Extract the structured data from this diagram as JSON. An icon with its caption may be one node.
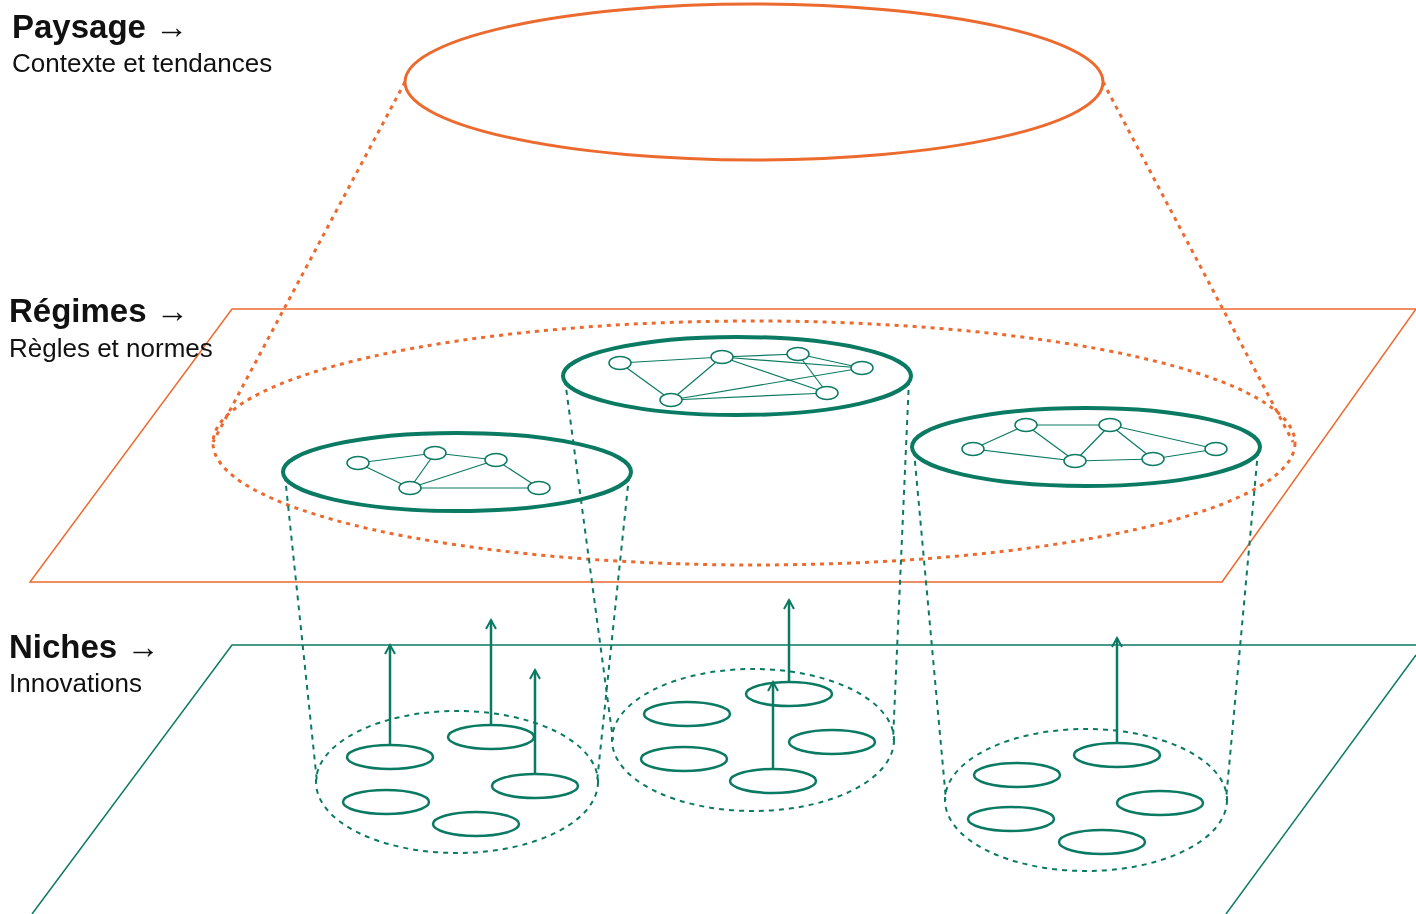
{
  "diagram": {
    "nodes": [
      {
        "text": [],
        "shape": "ellipse"
      },
      {
        "text": [],
        "shape": "ellipse"
      },
      {
        "text": [],
        "shape": "ellipse"
      },
      {
        "text": [],
        "shape": "ellipse"
      },
      {
        "text": [],
        "shape": "ellipse"
      },
      {
        "text": [],
        "shape": "ellipse"
      },
      {
        "text": [],
        "shape": "ellipse"
      },
      {
        "text": [],
        "shape": "ellipse"
      },
      {
        "text": [],
        "shape": "ellipse"
      },
      {
        "text": [],
        "shape": "ellipse"
      },
      {
        "text": [],
        "shape": "ellipse"
      },
      {
        "text": [],
        "shape": "ellipse"
      },
      {
        "text": [],
        "shape": "ellipse"
      },
      {
        "text": [],
        "shape": "ellipse"
      },
      {
        "text": [],
        "shape": "ellipse"
      }
    ],
    "edges": [
      {
        "from": 0,
        "to": null,
        "arrow": "to"
      },
      {
        "from": 1,
        "to": null,
        "arrow": "to"
      },
      {
        "from": 2,
        "to": null,
        "arrow": "to"
      },
      {
        "from": 5,
        "to": null,
        "arrow": "to"
      },
      {
        "from": 9,
        "to": 5,
        "arrow": "to"
      },
      {
        "from": 10,
        "to": null,
        "arrow": "to"
      }
    ],
    "labels": [
      "Paysage →",
      "Contexte et tendances",
      "Régimes →",
      "Règles et normes",
      "Niches →",
      "Innovations"
    ]
  }
}
